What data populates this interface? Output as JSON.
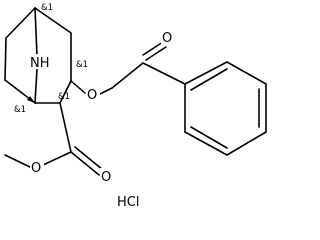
{
  "molecule": {
    "atoms": {
      "nitrogen": "NH",
      "ester_oxygen_1": "O",
      "ester_oxygen_2": "O",
      "carbonyl_oxygen_1": "O",
      "carbonyl_oxygen_2": "O"
    },
    "stereo_labels": [
      "&1",
      "&1",
      "&1",
      "&1"
    ],
    "salt": "HCl"
  }
}
